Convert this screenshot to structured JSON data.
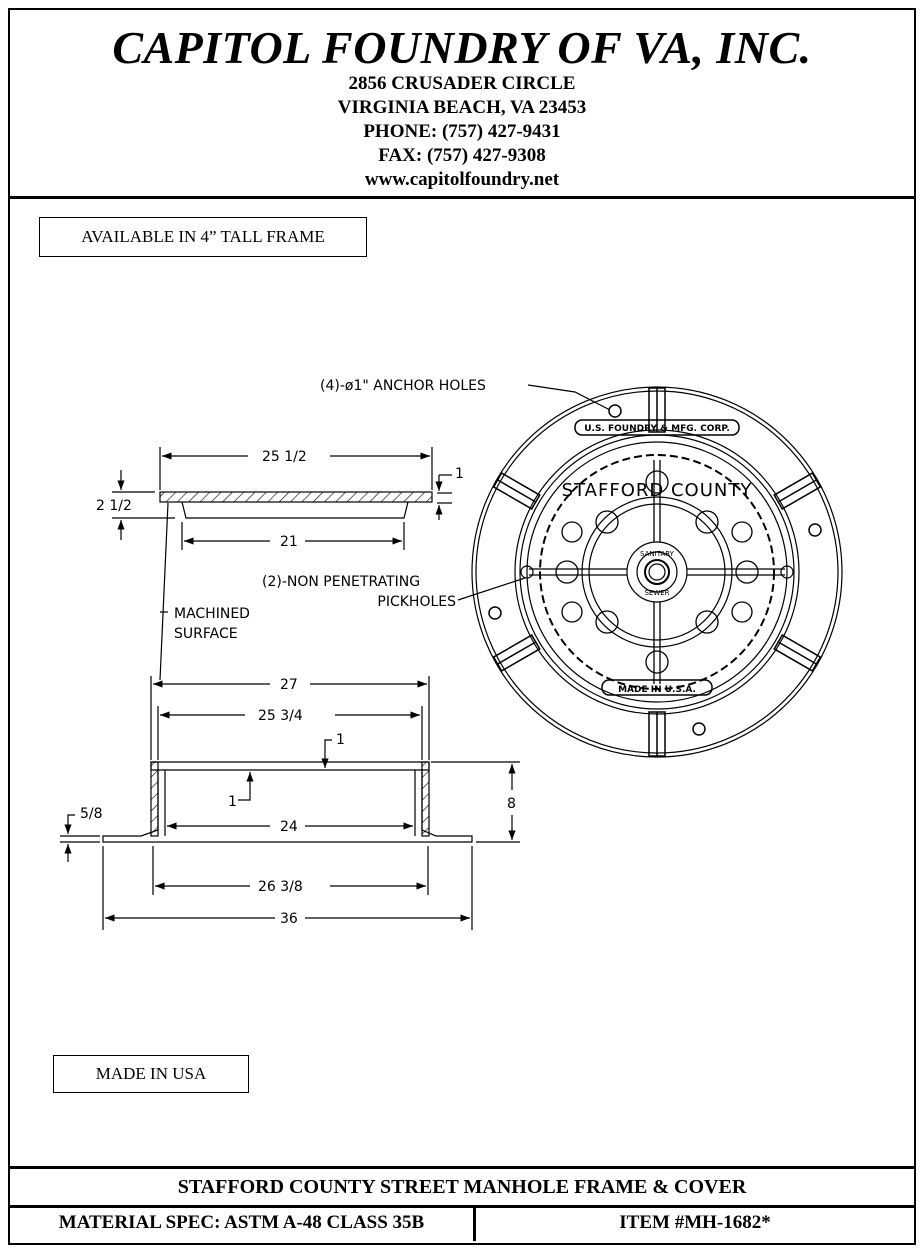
{
  "header": {
    "company": "CAPITOL FOUNDRY OF VA, INC.",
    "address_line1": "2856 CRUSADER CIRCLE",
    "address_line2": "VIRGINIA BEACH, VA 23453",
    "phone": "PHONE: (757) 427-9431",
    "fax": "FAX: (757) 427-9308",
    "website": "www.capitolfoundry.net"
  },
  "notes": {
    "frame_height": "AVAILABLE IN 4” TALL FRAME",
    "made_in": "MADE IN USA"
  },
  "drawing": {
    "cover_dims": {
      "width": "25 1/2",
      "thickness": "2 1/2",
      "lip": "1",
      "inner": "21"
    },
    "machined_surface": [
      "MACHINED",
      "SURFACE"
    ],
    "frame_dims": {
      "outer_top": "27",
      "inner_top": "25 3/4",
      "seat": "1",
      "seat_lower": "1",
      "clear_opening": "24",
      "base_inner": "26 3/8",
      "flange": "36",
      "height": "8",
      "flange_thickness": "5/8"
    },
    "anchor_holes": "(4)-ø1\" ANCHOR HOLES",
    "pickholes": [
      "(2)-NON PENETRATING",
      "PICKHOLES"
    ],
    "cover_text": {
      "maker": "U.S. FOUNDRY & MFG. CORP.",
      "county": "STAFFORD COUNTY",
      "top": "SANITARY",
      "bottom": "SEWER",
      "origin": "MADE IN U.S.A."
    }
  },
  "footer": {
    "title": "STAFFORD COUNTY STREET MANHOLE FRAME & COVER",
    "material": "MATERIAL SPEC:  ASTM A-48 CLASS 35B",
    "item": "ITEM #MH-1682*"
  }
}
